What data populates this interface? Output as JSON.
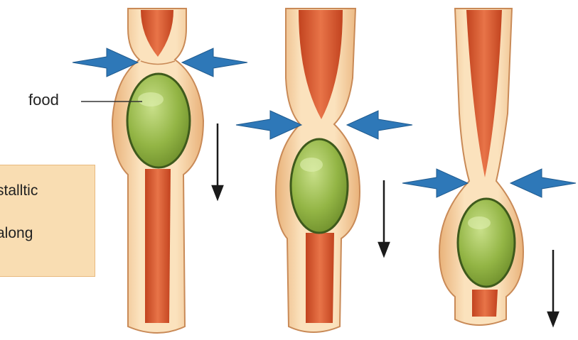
{
  "label_food": "food",
  "side_note": {
    "line1": "stalltic",
    "line2": "along"
  },
  "colors": {
    "tube_outer": "#f3cc98",
    "tube_outline": "#c98a57",
    "lumen": "#d9582f",
    "food": "#97b94a",
    "food_outline": "#3e5a1c",
    "muscle_arrow": "#2e78b8",
    "motion_arrow": "#1a1a1a",
    "note_bg": "#f9ddb2"
  },
  "icons": [
    "squeeze-arrow-icon",
    "downward-arrow-icon"
  ]
}
